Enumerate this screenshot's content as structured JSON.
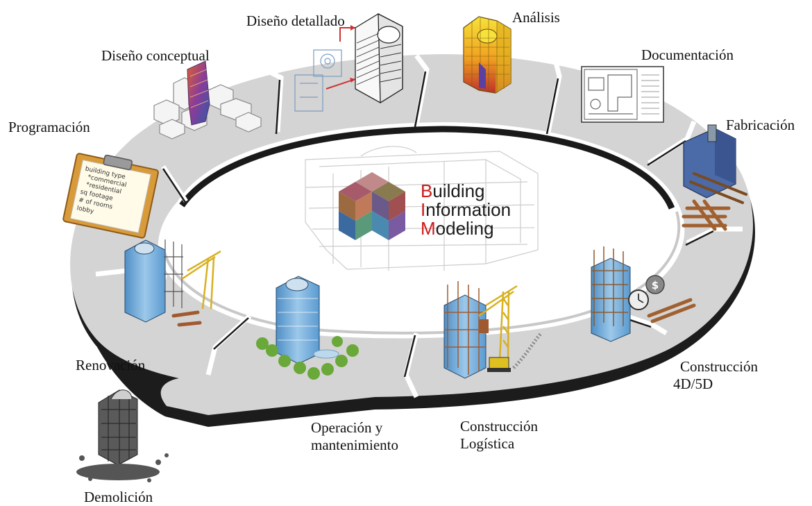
{
  "bim": {
    "line1": {
      "initial": "B",
      "rest": "uilding"
    },
    "line2": {
      "initial": "I",
      "rest": "nformation"
    },
    "line3": {
      "initial": "M",
      "rest": "odeling"
    }
  },
  "stages": {
    "diseno_detallado": "Diseño detallado",
    "analisis": "Análisis",
    "documentacion": "Documentación",
    "diseno_conceptual": "Diseño conceptual",
    "fabricacion": "Fabricación",
    "programacion": "Programación",
    "construccion_4d5d": {
      "line1": "Construcción",
      "line2": "4D/5D"
    },
    "renovacion": "Renovación",
    "operacion": {
      "line1": "Operación y",
      "line2": "mantenimiento"
    },
    "construccion_logistica": {
      "line1": "Construcción",
      "line2": "Logística"
    },
    "demolicion": "Demolición"
  },
  "checklist": {
    "items": [
      "building type",
      "*commercial",
      "*residential",
      "sq footage",
      "# of rooms",
      "lobby"
    ]
  },
  "colors": {
    "ring_top": "#d4d4d4",
    "ring_edge": "#1a1a1a",
    "ring_divider": "#ffffff",
    "accent_red": "#d01818",
    "building_blue": "#7fb2d8",
    "analysis_yellow": "#f0d020",
    "analysis_red": "#d0402a",
    "tree_green": "#6aa83a"
  }
}
